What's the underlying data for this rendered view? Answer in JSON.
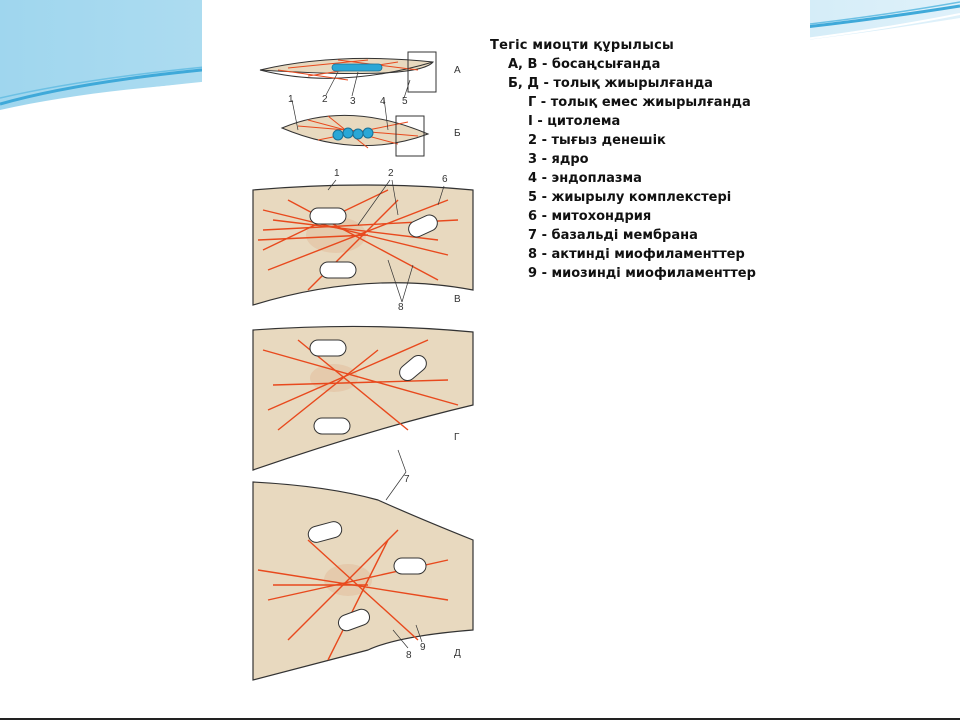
{
  "legend": {
    "title": "Тегіс миоцти құрылысы",
    "states": [
      "А, В - босаңсығанда",
      "Б, Д - толық жиырылғанда",
      "Г - толық емес жиырылғанда"
    ],
    "items": [
      "I - цитолема",
      "2 - тығыз денешік",
      "3 - ядро",
      "4 - эндоплазма",
      "5 - жиырылу комплекстері",
      "6 - митохондрия",
      "7 - базальді мембрана",
      "8 - актинді миофиламенттер",
      "9 - миозинді миофиламенттер"
    ]
  },
  "figure": {
    "panel_letters": [
      "А",
      "Б",
      "В",
      "Г",
      "Д"
    ],
    "callout_numbers": [
      "1",
      "2",
      "3",
      "4",
      "5",
      "6",
      "7",
      "8",
      "9"
    ]
  },
  "colors": {
    "cytoplasm": "#e8d9bf",
    "filament": "#e8491d",
    "nucleus": "#2aa7d6",
    "deco_blue": "#3fa9d9"
  }
}
